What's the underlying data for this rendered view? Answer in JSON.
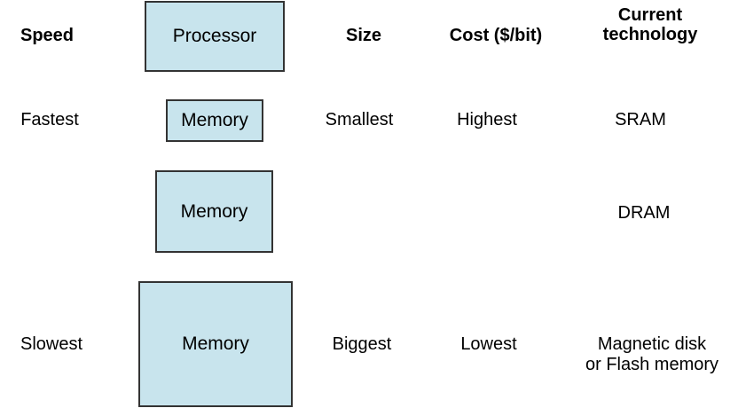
{
  "colors": {
    "box_fill": "#c8e4ed",
    "box_border": "#333333",
    "text": "#000000",
    "background": "#ffffff"
  },
  "headers": {
    "speed": "Speed",
    "size": "Size",
    "cost": "Cost ($/bit)",
    "technology": {
      "line1": "Current",
      "line2": "technology"
    }
  },
  "hierarchy": {
    "processor": {
      "label": "Processor"
    },
    "levels": [
      {
        "box_label": "Memory",
        "speed": "Fastest",
        "size": "Smallest",
        "cost": "Highest",
        "technology": "SRAM"
      },
      {
        "box_label": "Memory",
        "technology": "DRAM"
      },
      {
        "box_label": "Memory",
        "speed": "Slowest",
        "size": "Biggest",
        "cost": "Lowest",
        "technology_line1": "Magnetic disk",
        "technology_line2": "or Flash memory"
      }
    ]
  }
}
